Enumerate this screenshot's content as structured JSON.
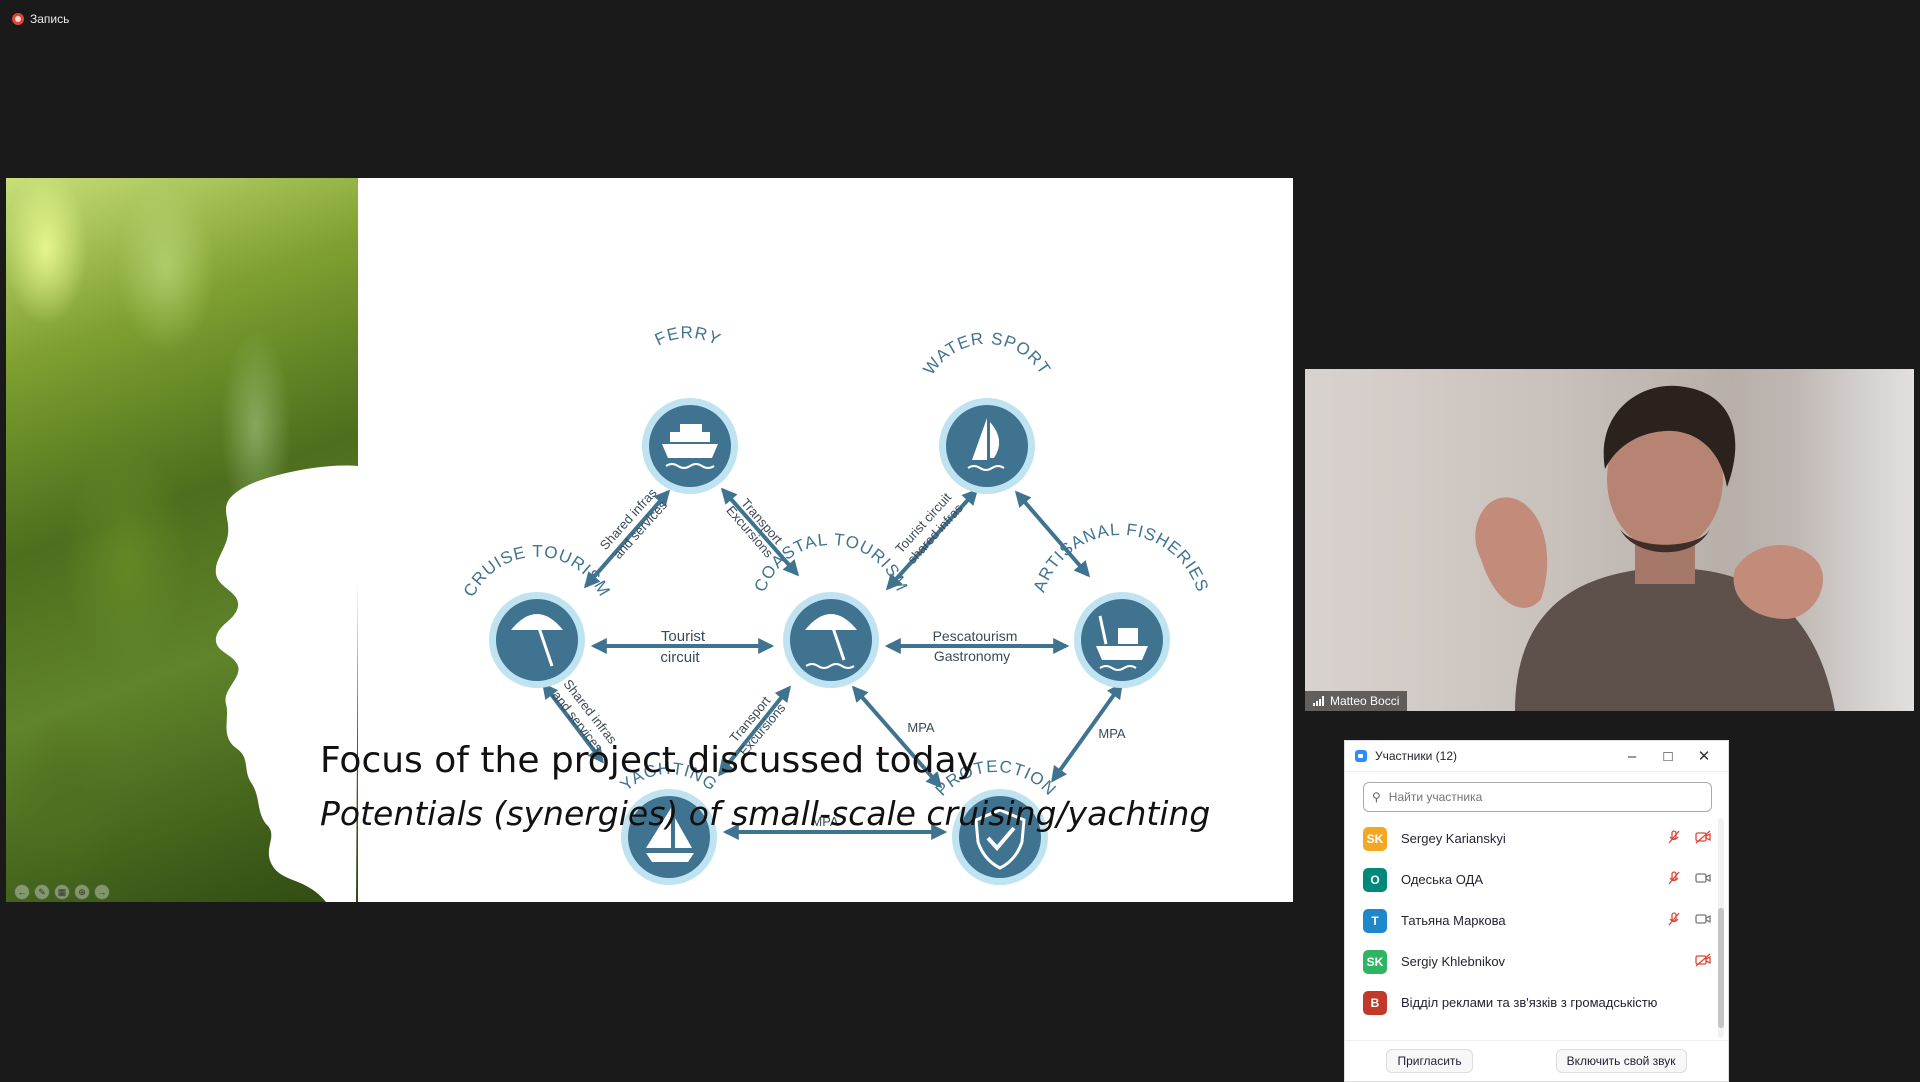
{
  "recording": {
    "label": "Запись",
    "icon": "record-icon",
    "color": "#e0453a"
  },
  "slide": {
    "title": "Focus of the project discussed today",
    "subtitle": "Potentials (synergies) of small-scale cruising/yachting",
    "accent_color": "#3f7390",
    "tools": [
      "arrow-back-icon",
      "pen-icon",
      "slides-icon",
      "zoom-icon",
      "arrow-forward-icon"
    ],
    "diagram": {
      "nodes": {
        "ferry": "FERRY",
        "water_sport": "WATER SPORT",
        "cruise_tourism": "CRUISE TOURISM",
        "coastal_tourism": "COASTAL TOURISM",
        "artisanal_fisheries": "ARTISANAL FISHERIES",
        "yachting": "YACHTING",
        "protection": "PROTECTION"
      },
      "edges": {
        "cruise_ferry": [
          "Shared infras",
          "and services"
        ],
        "ferry_coastal": [
          "Transport",
          "Excursions"
        ],
        "coastal_watersport": [
          "Tourist circuit",
          "shared infras"
        ],
        "cruise_coastal": [
          "Tourist",
          "circuit"
        ],
        "coastal_fisheries": [
          "Pescatourism",
          "Gastronomy"
        ],
        "cruise_yachting": [
          "Shared infras",
          "and services"
        ],
        "coastal_yachting": [
          "Transport",
          "Excursions"
        ],
        "coastal_protection": "MPA",
        "fisheries_protection": "MPA",
        "yachting_protection": "MPA"
      }
    }
  },
  "video": {
    "participant_name": "Matteo Bocci"
  },
  "participants_panel": {
    "title": "Участники (12)",
    "search_placeholder": "Найти участника",
    "participants": [
      {
        "initials": "SK",
        "name": "Sergey Karianskyi",
        "color": "#f5a623",
        "muted": true,
        "video_off": true
      },
      {
        "initials": "О",
        "name": "Одеська ОДА",
        "color": "#00897b",
        "muted": true,
        "video_off": false
      },
      {
        "initials": "Т",
        "name": "Татьяна Маркова",
        "color": "#1e88c9",
        "muted": true,
        "video_off": false
      },
      {
        "initials": "SK",
        "name": "Sergiy Khlebnikov",
        "color": "#2fb463",
        "muted": false,
        "video_off": true
      },
      {
        "initials": "В",
        "name": "Відділ реклами та зв'язків з громадськістю",
        "color": "#c0392b",
        "muted": false,
        "video_off": false
      }
    ],
    "invite_label": "Пригласить",
    "unmute_label": "Включить свой звук"
  }
}
